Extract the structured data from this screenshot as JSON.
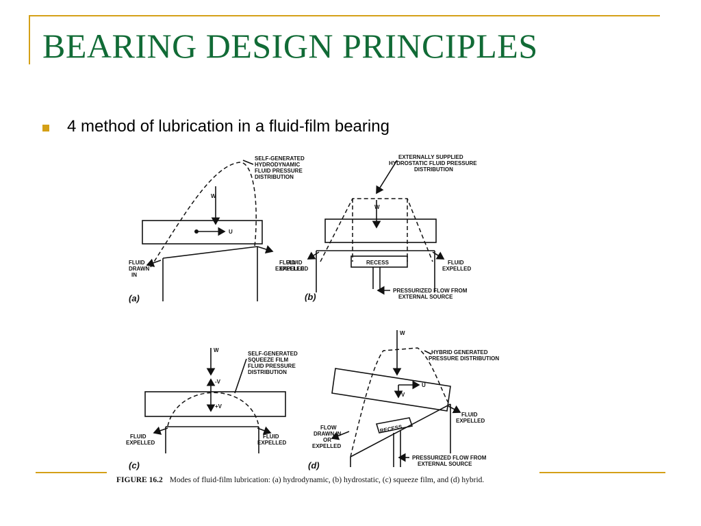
{
  "slide": {
    "title": "BEARING DESIGN PRINCIPLES",
    "bullet": "4 method of lubrication in a fluid-film bearing"
  },
  "figure": {
    "panel_a": {
      "letter": "(a)",
      "annotation": [
        "SELF-GENERATED",
        "HYDRODYNAMIC",
        "FLUID PRESSURE",
        "DISTRIBUTION"
      ],
      "load": "W",
      "velocity": "U",
      "inlet": [
        "FLUID",
        "DRAWN",
        "IN"
      ],
      "outlet": [
        "FLUID",
        "EXPELLED"
      ]
    },
    "panel_b": {
      "letter": "(b)",
      "annotation": [
        "EXTERNALLY SUPPLIED",
        "HYDROSTATIC FLUID PRESSURE",
        "DISTRIBUTION"
      ],
      "load": "W",
      "recess": "RECESS",
      "left_out": [
        "FLUID",
        "EXPELLED"
      ],
      "right_out": [
        "FLUID",
        "EXPELLED"
      ],
      "source": [
        "PRESSURIZED FLOW FROM",
        "EXTERNAL SOURCE"
      ]
    },
    "panel_c": {
      "letter": "(c)",
      "annotation": [
        "SELF-GENERATED",
        "SQUEEZE FILM",
        "FLUID PRESSURE",
        "DISTRIBUTION"
      ],
      "load": "W",
      "up": "-V",
      "down": "+V",
      "left_out": [
        "FLUID",
        "EXPELLED"
      ],
      "right_out": [
        "FLUID",
        "EXPELLED"
      ]
    },
    "panel_d": {
      "letter": "(d)",
      "annotation": [
        "HYBRID GENERATED",
        "PRESSURE DISTRIBUTION"
      ],
      "load": "W",
      "velocity": "U",
      "vertical": "V",
      "recess": "RECESS",
      "flow": [
        "FLOW",
        "DRAWN IN",
        "OR",
        "EXPELLED"
      ],
      "right_out": [
        "FLUID",
        "EXPELLED"
      ],
      "source": [
        "PRESSURIZED FLOW FROM",
        "EXTERNAL SOURCE"
      ]
    },
    "caption_label": "FIGURE 16.2",
    "caption_text": "Modes of fluid-film lubrication: (a) hydrodynamic, (b) hydrostatic, (c) squeeze film, and (d) hybrid."
  }
}
